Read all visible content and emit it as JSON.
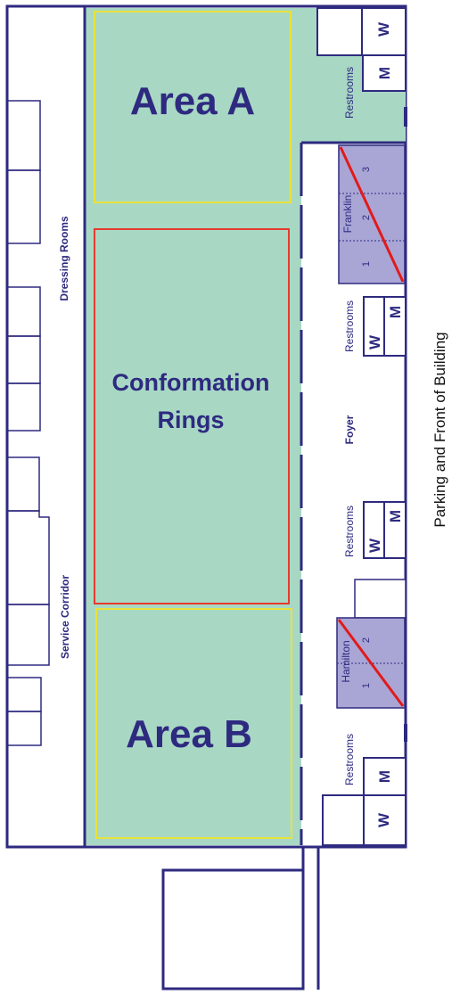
{
  "areas": {
    "area_a": "Area A",
    "conformation_line1": "Conformation",
    "conformation_line2": "Rings",
    "area_b": "Area B"
  },
  "corridors": {
    "dressing_rooms": "Dressing Rooms",
    "service_corridor": "Service Corridor",
    "foyer": "Foyer"
  },
  "restrooms": {
    "label": "Restrooms",
    "women": "W",
    "men": "M"
  },
  "rooms": {
    "franklin": {
      "name": "Franklin",
      "sections": [
        "1",
        "2",
        "3"
      ]
    },
    "hamilton": {
      "name": "Hamilton",
      "sections": [
        "1",
        "2"
      ]
    }
  },
  "exterior_label": "Parking and Front of Building",
  "colors": {
    "wall": "#2e2a80",
    "floor": "#a8d8c4",
    "meeting_room": "#a9a6d6",
    "area_border": "#e8e23a",
    "ring_border": "#e53a2e",
    "closed_slash": "#e21a1a",
    "text": "#2e2a80"
  }
}
